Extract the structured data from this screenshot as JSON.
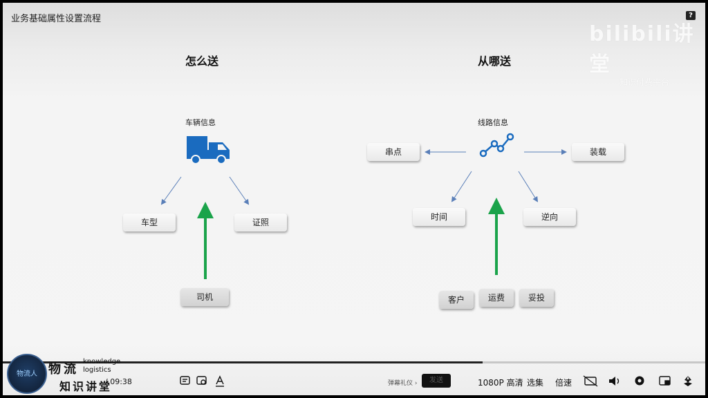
{
  "slide": {
    "title": "业务基础属性设置流程",
    "help": "?",
    "watermark_logo": "bilibili讲堂",
    "watermark_sub": "知识付费平台"
  },
  "left": {
    "heading": "怎么送",
    "sub": "车辆信息",
    "boxes": {
      "car_type": "车型",
      "license": "证照",
      "driver": "司机"
    }
  },
  "right": {
    "heading": "从哪送",
    "sub": "线路信息",
    "boxes": {
      "chuan_dian": "串点",
      "loading": "装载",
      "time": "时间",
      "reverse": "逆向",
      "customer": "客户",
      "freight": "运费",
      "delivery": "妥投"
    }
  },
  "colors": {
    "truck": "#1a6bbf",
    "arrow_green": "#1aa34a",
    "arrow_blue": "#5a7fb8"
  },
  "player": {
    "time": "/ 09:38",
    "danmaku_etiquette": "弹幕礼仪 ›",
    "send": "发送",
    "quality": "1080P 高清",
    "episodes": "选集",
    "speed": "倍速",
    "icons": [
      "play-icon",
      "next-icon",
      "danmaku-toggle-icon",
      "danmaku-settings-icon",
      "text-style-icon",
      "subtitle-icon",
      "volume-icon",
      "settings-icon",
      "pip-icon",
      "fullscreen-icon"
    ]
  },
  "brand": {
    "avatar_text": "物流人",
    "name_cn": "物流",
    "name_en_1": "knowledge",
    "name_en_2": "logistics",
    "name_cn_2": "知识讲堂"
  }
}
